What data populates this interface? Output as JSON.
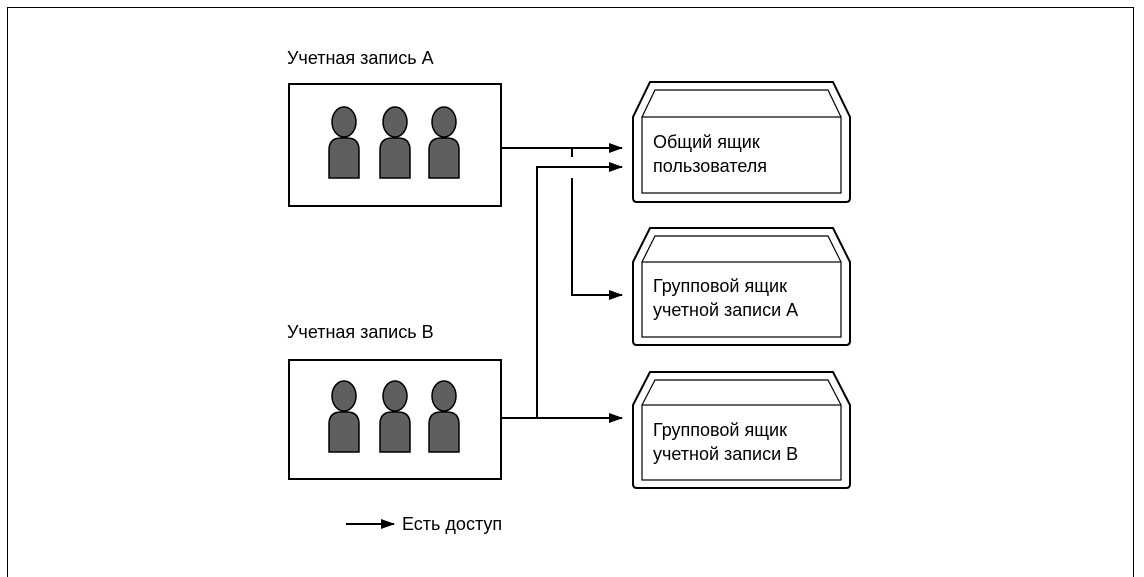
{
  "accounts": [
    {
      "label": "Учетная запись A"
    },
    {
      "label": "Учетная запись B"
    }
  ],
  "boxes": [
    {
      "line1": "Общий ящик",
      "line2": "пользователя"
    },
    {
      "line1": "Групповой ящик",
      "line2": "учетной записи A"
    },
    {
      "line1": "Групповой ящик",
      "line2": "учетной записи B"
    }
  ],
  "legend": {
    "label": "Есть доступ"
  },
  "colors": {
    "person_fill": "#5f5f5f",
    "stroke": "#000000",
    "background": "#ffffff"
  }
}
